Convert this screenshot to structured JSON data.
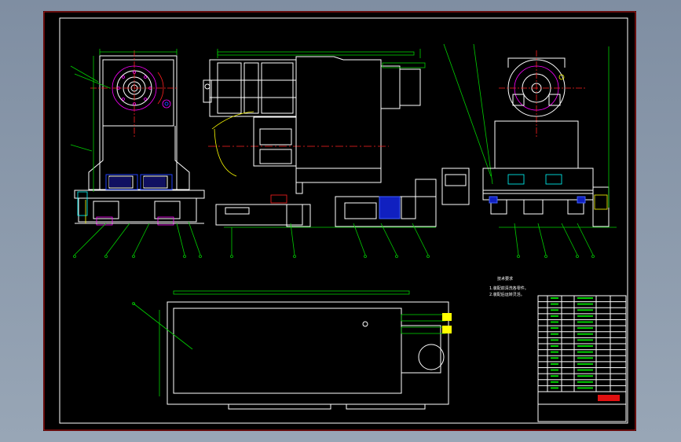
{
  "drawing": {
    "background_color": "#000000",
    "frame_color": "#ff0000",
    "line_colors": {
      "outline": "#ffffff",
      "dimension": "#00d000",
      "center": "#ff2020",
      "hidden": "#ffff00",
      "accent": "#ff00ff",
      "blue_part": "#1020c0"
    }
  },
  "notes": {
    "title": "技术要求",
    "line1": "1.装配前清洗各零件。",
    "line2": "2.装配后运转灵活。"
  },
  "title_block": {
    "rows": 16,
    "stamp_color": "#e01010"
  },
  "views": [
    {
      "name": "front-view"
    },
    {
      "name": "side-view"
    },
    {
      "name": "end-view"
    },
    {
      "name": "top-view"
    }
  ]
}
